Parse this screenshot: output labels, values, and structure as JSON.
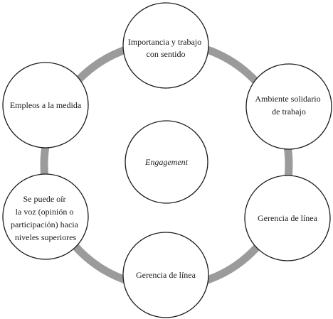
{
  "ring_color": "#9b9b9b",
  "node_stroke": "#1a1a1a",
  "node_fill": "#ffffff",
  "center": {
    "label": "Engagement"
  },
  "nodes": [
    {
      "id": "importancia",
      "lines": [
        "Importancia y trabajo",
        "con sentido"
      ]
    },
    {
      "id": "ambiente",
      "lines": [
        "Ambiente solidario",
        "de trabajo"
      ]
    },
    {
      "id": "gerencia-derecha",
      "lines": [
        "Gerencia de línea"
      ]
    },
    {
      "id": "gerencia-abajo",
      "lines": [
        "Gerencia de línea"
      ]
    },
    {
      "id": "voz",
      "lines": [
        "Se puede oír",
        "la voz (opinión o",
        "participación) hacia",
        "niveles superiores"
      ]
    },
    {
      "id": "empleos",
      "lines": [
        "Empleos a la medida"
      ]
    }
  ]
}
